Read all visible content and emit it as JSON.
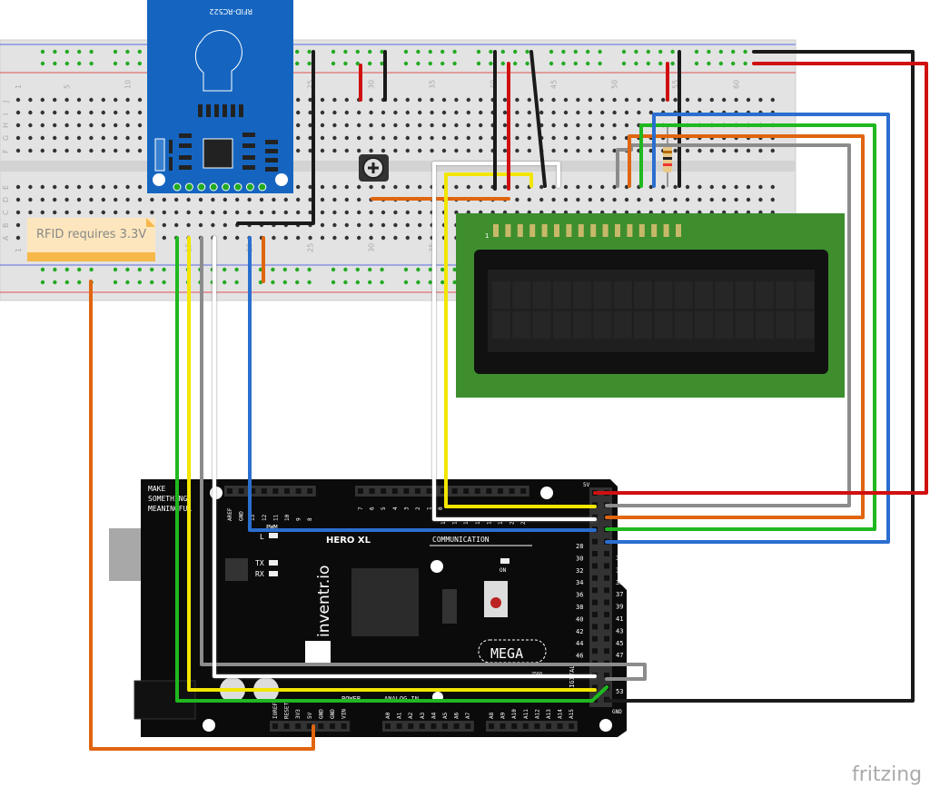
{
  "breadboard": {
    "column_numbers": [
      "1",
      "5",
      "10",
      "15",
      "20",
      "25",
      "30",
      "35",
      "40",
      "45",
      "50",
      "55",
      "60"
    ],
    "row_letters_top": [
      "J",
      "I",
      "H",
      "G",
      "F"
    ],
    "row_letters_bottom": [
      "E",
      "D",
      "C",
      "B",
      "A"
    ]
  },
  "rfid_module": {
    "label": "RFID-RC522",
    "color": "#1565c0"
  },
  "note": {
    "text": "RFID requires 3.3V",
    "color": "#fde6bd",
    "band_color": "#f7b84a"
  },
  "lcd": {
    "pin1_label": "1",
    "board_color": "#3e8e2e"
  },
  "arduino": {
    "slogan": [
      "MAKE",
      "SOMETHING",
      "MEANINGFUL"
    ],
    "model": "HERO XL",
    "brand": "inventr.io",
    "badge": "MEGA",
    "section_communication": "COMMUNICATION",
    "section_pwm": "PWM",
    "section_power": "POWER",
    "section_analog": "ANALOG IN",
    "section_digital": "DIGITAL",
    "chip_label": "2560",
    "led_l": "L",
    "led_tx": "TX",
    "led_rx": "RX",
    "led_on": "ON",
    "label_5v": "5V",
    "label_gnd": "GND",
    "top_pins_pwm": [
      "AREF",
      "GND",
      "13",
      "12",
      "11",
      "10",
      "9",
      "8"
    ],
    "top_pins_pwm2": [
      "7",
      "6",
      "5",
      "4",
      "3",
      "2",
      "1",
      "0"
    ],
    "top_pins_comm": [
      "14",
      "15",
      "16",
      "17",
      "18",
      "19",
      "20",
      "21"
    ],
    "power_pins": [
      "IOREF",
      "RESET",
      "3V3",
      "5V",
      "GND",
      "GND",
      "VIN"
    ],
    "analog_pins": [
      "A0",
      "A1",
      "A2",
      "A3",
      "A4",
      "A5",
      "A6",
      "A7"
    ],
    "analog_pins2": [
      "A8",
      "A9",
      "A10",
      "A11",
      "A12",
      "A13",
      "A14",
      "A15"
    ],
    "digital_left": [
      "28",
      "30",
      "32",
      "34",
      "36",
      "38",
      "40",
      "42",
      "44",
      "46"
    ],
    "digital_right": [
      "31",
      "33",
      "35",
      "37",
      "39",
      "41",
      "43",
      "45",
      "47",
      "53"
    ]
  },
  "watermark": "fritzing",
  "wire_colors": {
    "red": "#d01010",
    "black": "#1a1a1a",
    "green": "#1fb81f",
    "yellow": "#f2e600",
    "gray": "#8c8c8c",
    "white": "#ffffff",
    "blue": "#2a6ed0",
    "orange": "#e0650f"
  }
}
